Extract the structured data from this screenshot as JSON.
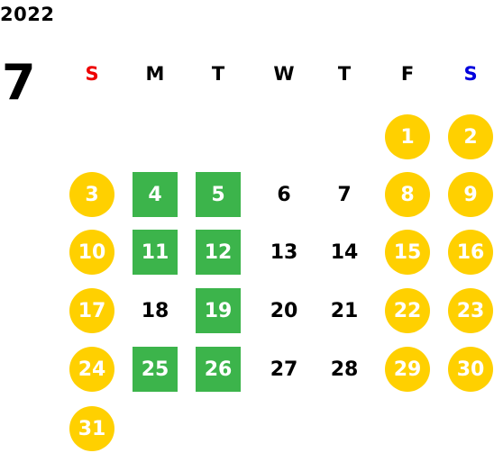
{
  "year": "2022",
  "month": "7",
  "colors": {
    "weekend": "#FFD000",
    "highlight": "#3CB44B",
    "sunday_text": "#EE0000",
    "saturday_text": "#0000DD"
  },
  "weekdays": [
    "S",
    "M",
    "T",
    "W",
    "T",
    "F",
    "S"
  ],
  "days": [
    {
      "day": "1",
      "style": "yellow"
    },
    {
      "day": "2",
      "style": "yellow"
    },
    {
      "day": "3",
      "style": "yellow"
    },
    {
      "day": "4",
      "style": "green"
    },
    {
      "day": "5",
      "style": "green"
    },
    {
      "day": "6",
      "style": "plain"
    },
    {
      "day": "7",
      "style": "plain"
    },
    {
      "day": "8",
      "style": "yellow"
    },
    {
      "day": "9",
      "style": "yellow"
    },
    {
      "day": "10",
      "style": "yellow"
    },
    {
      "day": "11",
      "style": "green"
    },
    {
      "day": "12",
      "style": "green"
    },
    {
      "day": "13",
      "style": "plain"
    },
    {
      "day": "14",
      "style": "plain"
    },
    {
      "day": "15",
      "style": "yellow"
    },
    {
      "day": "16",
      "style": "yellow"
    },
    {
      "day": "17",
      "style": "yellow"
    },
    {
      "day": "18",
      "style": "plain"
    },
    {
      "day": "19",
      "style": "green"
    },
    {
      "day": "20",
      "style": "plain"
    },
    {
      "day": "21",
      "style": "plain"
    },
    {
      "day": "22",
      "style": "yellow"
    },
    {
      "day": "23",
      "style": "yellow"
    },
    {
      "day": "24",
      "style": "yellow"
    },
    {
      "day": "25",
      "style": "green"
    },
    {
      "day": "26",
      "style": "green"
    },
    {
      "day": "27",
      "style": "plain"
    },
    {
      "day": "28",
      "style": "plain"
    },
    {
      "day": "29",
      "style": "yellow"
    },
    {
      "day": "30",
      "style": "yellow"
    },
    {
      "day": "31",
      "style": "yellow"
    }
  ]
}
